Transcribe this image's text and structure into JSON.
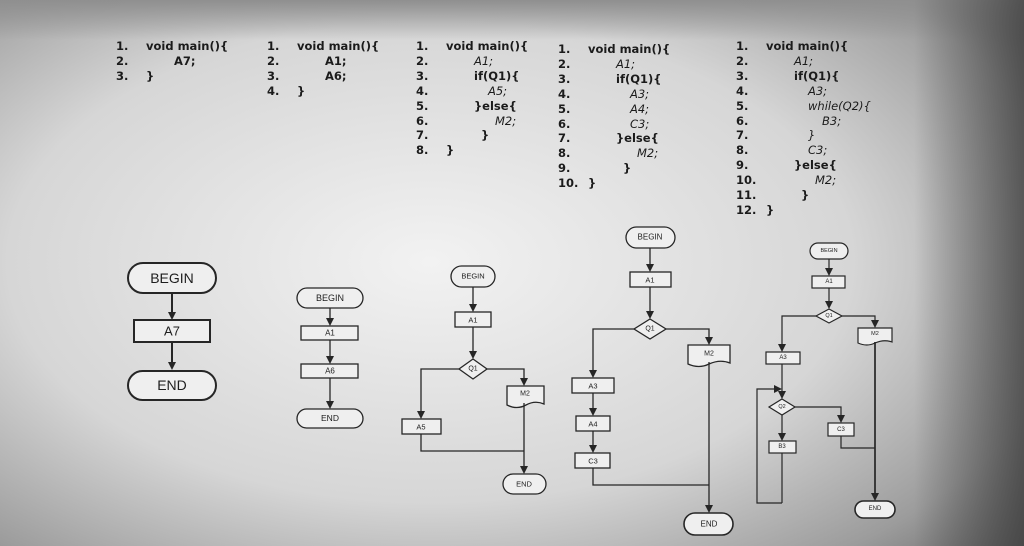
{
  "programs": [
    {
      "id": "p1",
      "lines": [
        {
          "n": "1.",
          "t": "void main(){",
          "indent": 0,
          "italic": false
        },
        {
          "n": "2.",
          "t": "A7;",
          "indent": 4,
          "italic": false
        },
        {
          "n": "3.",
          "t": "}",
          "indent": 0,
          "italic": false
        }
      ]
    },
    {
      "id": "p2",
      "lines": [
        {
          "n": "1.",
          "t": "void main(){",
          "indent": 0,
          "italic": false
        },
        {
          "n": "2.",
          "t": "A1;",
          "indent": 4,
          "italic": false
        },
        {
          "n": "3.",
          "t": "A6;",
          "indent": 4,
          "italic": false
        },
        {
          "n": "4.",
          "t": "}",
          "indent": 0,
          "italic": false
        }
      ]
    },
    {
      "id": "p3",
      "lines": [
        {
          "n": "1.",
          "t": "void main(){",
          "indent": 0,
          "italic": false
        },
        {
          "n": "2.",
          "t": "A1;",
          "indent": 4,
          "italic": true
        },
        {
          "n": "3.",
          "t": "if(Q1){",
          "indent": 4,
          "italic": false
        },
        {
          "n": "4.",
          "t": "A5;",
          "indent": 6,
          "italic": true
        },
        {
          "n": "5.",
          "t": "}else{",
          "indent": 4,
          "italic": false
        },
        {
          "n": "6.",
          "t": "M2;",
          "indent": 7,
          "italic": true
        },
        {
          "n": "7.",
          "t": "}",
          "indent": 5,
          "italic": false
        },
        {
          "n": "8.",
          "t": "}",
          "indent": 0,
          "italic": false
        }
      ]
    },
    {
      "id": "p4",
      "lines": [
        {
          "n": "1.",
          "t": "void main(){",
          "indent": 0,
          "italic": false
        },
        {
          "n": "2.",
          "t": "A1;",
          "indent": 4,
          "italic": true
        },
        {
          "n": "3.",
          "t": "if(Q1){",
          "indent": 4,
          "italic": false
        },
        {
          "n": "4.",
          "t": "A3;",
          "indent": 6,
          "italic": true
        },
        {
          "n": "5.",
          "t": "A4;",
          "indent": 6,
          "italic": true
        },
        {
          "n": "6.",
          "t": "C3;",
          "indent": 6,
          "italic": true
        },
        {
          "n": "7.",
          "t": "}else{",
          "indent": 4,
          "italic": false
        },
        {
          "n": "8.",
          "t": "M2;",
          "indent": 7,
          "italic": true
        },
        {
          "n": "9.",
          "t": "}",
          "indent": 5,
          "italic": false
        },
        {
          "n": "10.",
          "t": "}",
          "indent": 0,
          "italic": false
        }
      ]
    },
    {
      "id": "p5",
      "lines": [
        {
          "n": "1.",
          "t": "void main(){",
          "indent": 0,
          "italic": false
        },
        {
          "n": "2.",
          "t": "A1;",
          "indent": 4,
          "italic": true
        },
        {
          "n": "3.",
          "t": "if(Q1){",
          "indent": 4,
          "italic": false
        },
        {
          "n": "4.",
          "t": "A3;",
          "indent": 6,
          "italic": true
        },
        {
          "n": "5.",
          "t": "while(Q2){",
          "indent": 6,
          "italic": true
        },
        {
          "n": "6.",
          "t": "B3;",
          "indent": 8,
          "italic": true
        },
        {
          "n": "7.",
          "t": "}",
          "indent": 6,
          "italic": true
        },
        {
          "n": "8.",
          "t": "C3;",
          "indent": 6,
          "italic": true
        },
        {
          "n": "9.",
          "t": "}else{",
          "indent": 4,
          "italic": false
        },
        {
          "n": "10.",
          "t": "M2;",
          "indent": 7,
          "italic": true
        },
        {
          "n": "11.",
          "t": "}",
          "indent": 5,
          "italic": false
        },
        {
          "n": "12.",
          "t": "}",
          "indent": 0,
          "italic": false
        }
      ]
    }
  ],
  "flowcharts": {
    "f1": {
      "begin": "BEGIN",
      "a7": "A7",
      "end": "END"
    },
    "f2": {
      "begin": "BEGIN",
      "a1": "A1",
      "a6": "A6",
      "end": "END"
    },
    "f3": {
      "begin": "BEGIN",
      "a1": "A1",
      "q1": "Q1",
      "m2": "M2",
      "a5": "A5",
      "end": "END"
    },
    "f4": {
      "begin": "BEGIN",
      "a1": "A1",
      "q1": "Q1",
      "m2": "M2",
      "a3": "A3",
      "a4": "A4",
      "c3": "C3",
      "end": "END"
    },
    "f5": {
      "begin": "BEGIN",
      "a1": "A1",
      "q1": "Q1",
      "m2": "M2",
      "a3": "A3",
      "q2": "Q2",
      "b3": "B3",
      "c3": "C3",
      "end": "END"
    }
  },
  "colors": {
    "stroke": "#262626",
    "fill": "#ececec"
  }
}
